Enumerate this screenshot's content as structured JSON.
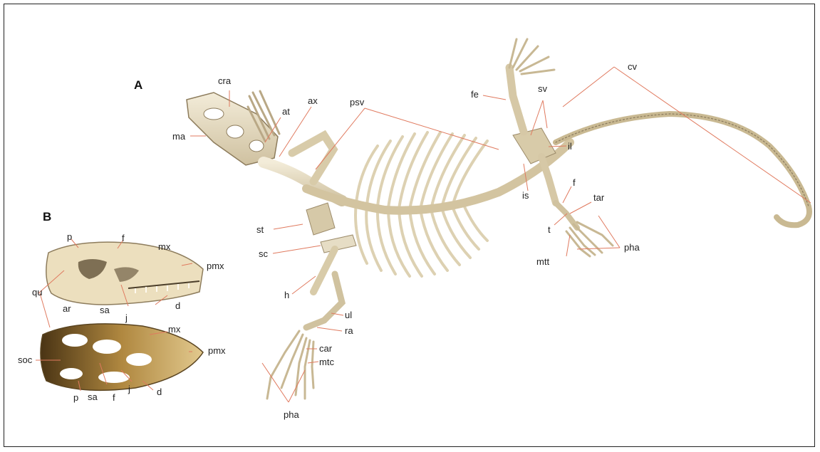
{
  "panels": {
    "a": "A",
    "b": "B"
  },
  "colors": {
    "leader_line": "#e07a5f",
    "bone": "#e9dfc6",
    "bone_shadow": "#c7b99a",
    "bone_dark": "#a8977a",
    "skull_dorsal": "#8a6a3a"
  },
  "labels_a": {
    "cra": "cra",
    "at": "at",
    "ax": "ax",
    "psv": "psv",
    "ma": "ma",
    "fe": "fe",
    "sv": "sv",
    "cv": "cv",
    "il": "il",
    "is": "is",
    "f": "f",
    "tar": "tar",
    "t": "t",
    "mtt": "mtt",
    "pha_hind": "pha",
    "st": "st",
    "sc": "sc",
    "h": "h",
    "ul": "ul",
    "ra": "ra",
    "car": "car",
    "mtc": "mtc",
    "pha_fore": "pha"
  },
  "labels_b": {
    "p": "p",
    "f": "f",
    "mx": "mx",
    "pmx": "pmx",
    "qu": "qu",
    "ar": "ar",
    "sa": "sa",
    "j": "j",
    "d": "d",
    "mx2": "mx",
    "pmx2": "pmx",
    "soc": "soc",
    "p2": "p",
    "sa2": "sa",
    "f2": "f",
    "j2": "j",
    "d2": "d"
  }
}
